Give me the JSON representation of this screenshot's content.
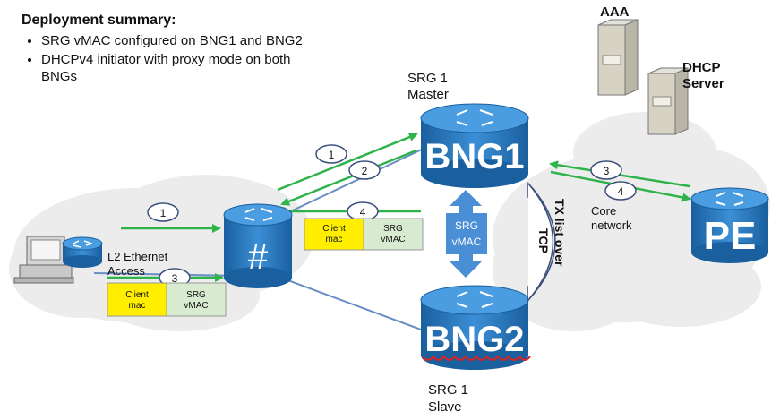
{
  "summary": {
    "title": "Deployment summary:",
    "bullets": [
      "SRG vMAC configured on BNG1 and BNG2",
      "DHCPv4 initiator  with proxy mode on both BNGs"
    ]
  },
  "servers": {
    "aaa": "AAA",
    "dhcp_line1": "DHCP",
    "dhcp_line2": "Server"
  },
  "bng1": {
    "label": "BNG1",
    "srg_line1": "SRG  1",
    "srg_line2": "Master"
  },
  "bng2": {
    "label": "BNG2",
    "srg_line1": "SRG  1",
    "srg_line2": "Slave"
  },
  "pe": {
    "label": "PE"
  },
  "core": {
    "line1": "Core",
    "line2": "network"
  },
  "access": {
    "line1": "L2 Ethernet",
    "line2": "Access"
  },
  "tcp": {
    "line1": "TX list over",
    "line2": "TCP"
  },
  "srg_vmac_box": {
    "line1": "SRG",
    "line2": "vMAC"
  },
  "packets": {
    "access": {
      "client_line1": "Client",
      "client_line2": "mac",
      "srg_line1": "SRG",
      "srg_line2": "vMAC"
    },
    "bng": {
      "client_line1": "Client",
      "client_line2": "mac",
      "srg_line1": "SRG",
      "srg_line2": "vMAC"
    }
  },
  "steps": {
    "s1_access": "1",
    "s1_bng": "1",
    "s2": "2",
    "s3_access": "3",
    "s3_core": "3",
    "s4_bng": "4",
    "s4_core": "4"
  },
  "colors": {
    "arrow": "#2eb34a",
    "link": "#6b8fc4",
    "router": "#1f6fb5",
    "cloud": "#ececec",
    "client_box": "#ffee00",
    "srg_box": "#d8ead0"
  }
}
